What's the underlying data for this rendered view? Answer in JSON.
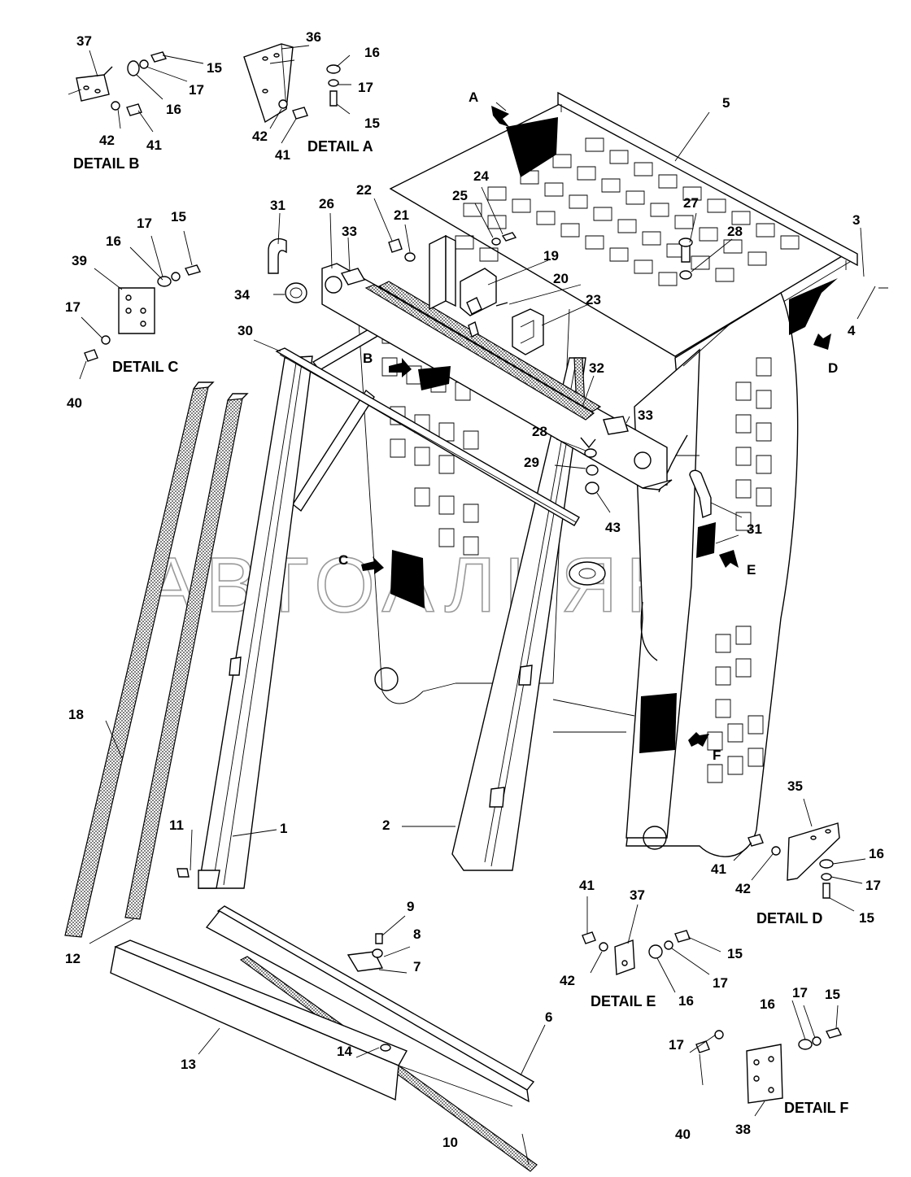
{
  "watermark": "АВТОАЛЬЯНС",
  "detail_labels": {
    "a": "DETAIL A",
    "b": "DETAIL B",
    "c": "DETAIL C",
    "d": "DETAIL D",
    "e": "DETAIL E",
    "f": "DETAIL F"
  },
  "view_letters": {
    "a": "A",
    "b": "B",
    "c": "C",
    "d": "D",
    "e": "E",
    "f": "F"
  },
  "callouts": {
    "b37": "37",
    "b15": "15",
    "b17": "17",
    "b16": "16",
    "b42": "42",
    "b41": "41",
    "a36": "36",
    "a16": "16",
    "a17": "17",
    "a15": "15",
    "a42": "42",
    "a41": "41",
    "c17": "17",
    "c15": "15",
    "c16": "16",
    "c39": "39",
    "c17b": "17",
    "c40": "40",
    "d35": "35",
    "d16": "16",
    "d17": "17",
    "d15": "15",
    "d41": "41",
    "d42": "42",
    "e41": "41",
    "e37": "37",
    "e15": "15",
    "e42": "42",
    "e17": "17",
    "e16": "16",
    "f17": "17",
    "f15": "15",
    "f16": "16",
    "f17b": "17",
    "f40": "40",
    "f38": "38",
    "p1": "1",
    "p2": "2",
    "p3": "3",
    "p4": "4",
    "p5": "5",
    "p6": "6",
    "p7": "7",
    "p8": "8",
    "p9": "9",
    "p10": "10",
    "p11": "11",
    "p12": "12",
    "p13": "13",
    "p14": "14",
    "p18": "18",
    "p19": "19",
    "p20": "20",
    "p21": "21",
    "p22": "22",
    "p23": "23",
    "p24": "24",
    "p25": "25",
    "p26": "26",
    "p27": "27",
    "p28": "28",
    "p28b": "28",
    "p29": "29",
    "p30": "30",
    "p31": "31",
    "p31b": "31",
    "p32": "32",
    "p33": "33",
    "p33b": "33",
    "p34": "34",
    "p43": "43"
  }
}
